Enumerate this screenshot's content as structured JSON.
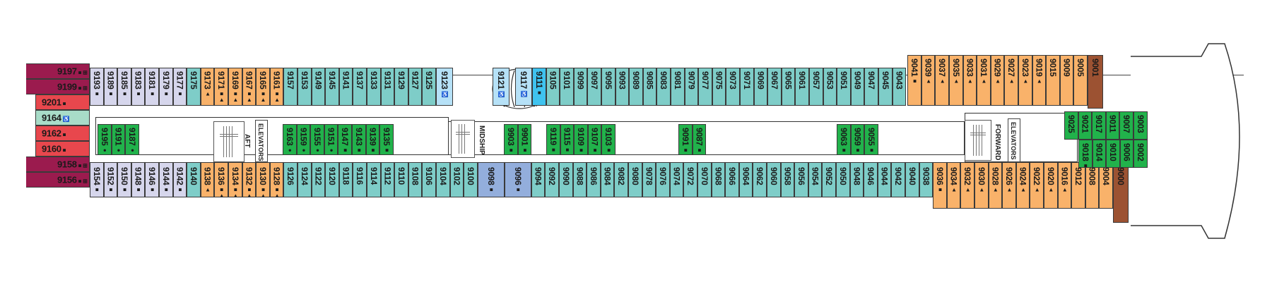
{
  "deck_plan": {
    "colors": {
      "suite_dark": "#9b1b4e",
      "suite_red": "#e8474d",
      "accessible_mint": "#a8dcc8",
      "interior_lavender": "#d6d6ec",
      "oceanview_teal": "#7ecdc8",
      "balcony_orange": "#f9b26a",
      "inside_green": "#21b24b",
      "accessible_blue": "#b6e1f7",
      "highlight_blue": "#3fc3ef",
      "midship_blue": "#93aedc",
      "forward_brown": "#9c5232"
    },
    "labels": {
      "aft": "AFT",
      "midship": "MIDSHIP",
      "forward": "FORWARD",
      "elevators": "ELEVATORS"
    },
    "aft_suites": [
      {
        "number": "9197",
        "symbols": "■ ⊞",
        "type": "suite_dark"
      },
      {
        "number": "9199",
        "symbols": "■ ⊞",
        "type": "suite_dark"
      },
      {
        "number": "9201",
        "symbols": "■",
        "type": "suite_red"
      },
      {
        "number": "9164",
        "symbols": "♿",
        "type": "accessible_mint"
      },
      {
        "number": "9162",
        "symbols": "■",
        "type": "suite_red"
      },
      {
        "number": "9160",
        "symbols": "■",
        "type": "suite_red"
      },
      {
        "number": "9158",
        "symbols": "■ ⊞",
        "type": "suite_dark"
      },
      {
        "number": "9156",
        "symbols": "■ ⊞",
        "type": "suite_dark"
      }
    ],
    "port_row": [
      {
        "number": "9193",
        "symbols": "■",
        "type": "interior_lavender"
      },
      {
        "number": "9189",
        "symbols": "■",
        "type": "interior_lavender"
      },
      {
        "number": "9185",
        "symbols": "■",
        "type": "interior_lavender"
      },
      {
        "number": "9183",
        "symbols": "■",
        "type": "interior_lavender"
      },
      {
        "number": "9181",
        "symbols": "■",
        "type": "interior_lavender"
      },
      {
        "number": "9179",
        "symbols": "■",
        "type": "interior_lavender"
      },
      {
        "number": "9177",
        "symbols": "■",
        "type": "interior_lavender"
      },
      {
        "number": "9175",
        "symbols": "",
        "type": "oceanview_teal"
      },
      {
        "number": "9173",
        "symbols": "▲",
        "type": "balcony_orange"
      },
      {
        "number": "9171",
        "symbols": "■▲",
        "type": "balcony_orange"
      },
      {
        "number": "9169",
        "symbols": "■▲",
        "type": "balcony_orange"
      },
      {
        "number": "9167",
        "symbols": "■▲",
        "type": "balcony_orange"
      },
      {
        "number": "9165",
        "symbols": "■▲",
        "type": "balcony_orange"
      },
      {
        "number": "9161",
        "symbols": "■▲",
        "type": "balcony_orange"
      },
      {
        "number": "9157",
        "symbols": "",
        "type": "oceanview_teal"
      },
      {
        "number": "9153",
        "symbols": "",
        "type": "oceanview_teal"
      },
      {
        "number": "9149",
        "symbols": "",
        "type": "oceanview_teal"
      },
      {
        "number": "9145",
        "symbols": "",
        "type": "oceanview_teal"
      },
      {
        "number": "9141",
        "symbols": "",
        "type": "oceanview_teal"
      },
      {
        "number": "9137",
        "symbols": "",
        "type": "oceanview_teal"
      },
      {
        "number": "9133",
        "symbols": "",
        "type": "oceanview_teal"
      },
      {
        "number": "9131",
        "symbols": "",
        "type": "oceanview_teal"
      },
      {
        "number": "9129",
        "symbols": "",
        "type": "oceanview_teal"
      },
      {
        "number": "9127",
        "symbols": "",
        "type": "oceanview_teal"
      },
      {
        "number": "9125",
        "symbols": "",
        "type": "oceanview_teal"
      },
      {
        "number": "9123",
        "symbols": "♿",
        "type": "accessible_blue"
      },
      {
        "number": "9121",
        "symbols": "♿",
        "type": "accessible_blue"
      },
      {
        "number": "9117",
        "symbols": "♿",
        "type": "accessible_blue"
      },
      {
        "number": "9111",
        "symbols": "■",
        "type": "highlight_blue"
      },
      {
        "number": "9105",
        "symbols": "",
        "type": "oceanview_teal"
      },
      {
        "number": "9101",
        "symbols": "",
        "type": "oceanview_teal"
      },
      {
        "number": "9099",
        "symbols": "",
        "type": "oceanview_teal"
      },
      {
        "number": "9097",
        "symbols": "",
        "type": "oceanview_teal"
      },
      {
        "number": "9095",
        "symbols": "",
        "type": "oceanview_teal"
      },
      {
        "number": "9093",
        "symbols": "",
        "type": "oceanview_teal"
      },
      {
        "number": "9089",
        "symbols": "",
        "type": "oceanview_teal"
      },
      {
        "number": "9085",
        "symbols": "",
        "type": "oceanview_teal"
      },
      {
        "number": "9083",
        "symbols": "",
        "type": "oceanview_teal"
      },
      {
        "number": "9081",
        "symbols": "",
        "type": "oceanview_teal"
      },
      {
        "number": "9079",
        "symbols": "",
        "type": "oceanview_teal"
      },
      {
        "number": "9077",
        "symbols": "",
        "type": "oceanview_teal"
      },
      {
        "number": "9075",
        "symbols": "",
        "type": "oceanview_teal"
      },
      {
        "number": "9073",
        "symbols": "",
        "type": "oceanview_teal"
      },
      {
        "number": "9071",
        "symbols": "",
        "type": "oceanview_teal"
      },
      {
        "number": "9069",
        "symbols": "",
        "type": "oceanview_teal"
      },
      {
        "number": "9067",
        "symbols": "",
        "type": "oceanview_teal"
      },
      {
        "number": "9065",
        "symbols": "",
        "type": "oceanview_teal"
      },
      {
        "number": "9061",
        "symbols": "",
        "type": "oceanview_teal"
      },
      {
        "number": "9057",
        "symbols": "",
        "type": "oceanview_teal"
      },
      {
        "number": "9053",
        "symbols": "",
        "type": "oceanview_teal"
      },
      {
        "number": "9051",
        "symbols": "",
        "type": "oceanview_teal"
      },
      {
        "number": "9049",
        "symbols": "",
        "type": "oceanview_teal"
      },
      {
        "number": "9047",
        "symbols": "",
        "type": "oceanview_teal"
      },
      {
        "number": "9045",
        "symbols": "",
        "type": "oceanview_teal"
      },
      {
        "number": "9043",
        "symbols": "",
        "type": "oceanview_teal"
      },
      {
        "number": "9041",
        "symbols": "■",
        "type": "balcony_orange"
      },
      {
        "number": "9039",
        "symbols": "▲",
        "type": "balcony_orange"
      },
      {
        "number": "9037",
        "symbols": "▲",
        "type": "balcony_orange"
      },
      {
        "number": "9035",
        "symbols": "▲",
        "type": "balcony_orange"
      },
      {
        "number": "9033",
        "symbols": "▲",
        "type": "balcony_orange"
      },
      {
        "number": "9031",
        "symbols": "▲",
        "type": "balcony_orange"
      },
      {
        "number": "9029",
        "symbols": "▲",
        "type": "balcony_orange"
      },
      {
        "number": "9027",
        "symbols": "▲",
        "type": "balcony_orange"
      },
      {
        "number": "9023",
        "symbols": "▲",
        "type": "balcony_orange"
      },
      {
        "number": "9019",
        "symbols": "▲",
        "type": "balcony_orange"
      },
      {
        "number": "9015",
        "symbols": "",
        "type": "balcony_orange"
      },
      {
        "number": "9009",
        "symbols": "",
        "type": "balcony_orange"
      },
      {
        "number": "9005",
        "symbols": "",
        "type": "balcony_orange"
      },
      {
        "number": "9001",
        "symbols": "",
        "type": "forward_brown"
      }
    ],
    "starboard_row": [
      {
        "number": "9154",
        "symbols": "■",
        "type": "interior_lavender"
      },
      {
        "number": "9152",
        "symbols": "■",
        "type": "interior_lavender"
      },
      {
        "number": "9150",
        "symbols": "■",
        "type": "interior_lavender"
      },
      {
        "number": "9148",
        "symbols": "■",
        "type": "interior_lavender"
      },
      {
        "number": "9146",
        "symbols": "■",
        "type": "interior_lavender"
      },
      {
        "number": "9144",
        "symbols": "■",
        "type": "interior_lavender"
      },
      {
        "number": "9142",
        "symbols": "■",
        "type": "interior_lavender"
      },
      {
        "number": "9140",
        "symbols": "",
        "type": "oceanview_teal"
      },
      {
        "number": "9138",
        "symbols": "▲",
        "type": "balcony_orange"
      },
      {
        "number": "9136",
        "symbols": "■▲",
        "type": "balcony_orange"
      },
      {
        "number": "9134",
        "symbols": "■▲",
        "type": "balcony_orange"
      },
      {
        "number": "9132",
        "symbols": "■▲",
        "type": "balcony_orange"
      },
      {
        "number": "9130",
        "symbols": "■▲",
        "type": "balcony_orange"
      },
      {
        "number": "9128",
        "symbols": "■▲",
        "type": "balcony_orange"
      },
      {
        "number": "9126",
        "symbols": "",
        "type": "oceanview_teal"
      },
      {
        "number": "9124",
        "symbols": "",
        "type": "oceanview_teal"
      },
      {
        "number": "9122",
        "symbols": "",
        "type": "oceanview_teal"
      },
      {
        "number": "9120",
        "symbols": "",
        "type": "oceanview_teal"
      },
      {
        "number": "9118",
        "symbols": "",
        "type": "oceanview_teal"
      },
      {
        "number": "9116",
        "symbols": "",
        "type": "oceanview_teal"
      },
      {
        "number": "9114",
        "symbols": "",
        "type": "oceanview_teal"
      },
      {
        "number": "9112",
        "symbols": "",
        "type": "oceanview_teal"
      },
      {
        "number": "9110",
        "symbols": "",
        "type": "oceanview_teal"
      },
      {
        "number": "9108",
        "symbols": "",
        "type": "oceanview_teal"
      },
      {
        "number": "9106",
        "symbols": "",
        "type": "oceanview_teal"
      },
      {
        "number": "9104",
        "symbols": "",
        "type": "oceanview_teal"
      },
      {
        "number": "9102",
        "symbols": "",
        "type": "oceanview_teal"
      },
      {
        "number": "9100",
        "symbols": "",
        "type": "oceanview_teal"
      },
      {
        "number": "9098",
        "symbols": "■",
        "type": "midship_blue"
      },
      {
        "number": "9096",
        "symbols": "■",
        "type": "midship_blue"
      },
      {
        "number": "9094",
        "symbols": "",
        "type": "oceanview_teal"
      },
      {
        "number": "9092",
        "symbols": "",
        "type": "oceanview_teal"
      },
      {
        "number": "9090",
        "symbols": "",
        "type": "oceanview_teal"
      },
      {
        "number": "9088",
        "symbols": "",
        "type": "oceanview_teal"
      },
      {
        "number": "9086",
        "symbols": "",
        "type": "oceanview_teal"
      },
      {
        "number": "9084",
        "symbols": "",
        "type": "oceanview_teal"
      },
      {
        "number": "9082",
        "symbols": "",
        "type": "oceanview_teal"
      },
      {
        "number": "9080",
        "symbols": "",
        "type": "oceanview_teal"
      },
      {
        "number": "9078",
        "symbols": "",
        "type": "oceanview_teal"
      },
      {
        "number": "9076",
        "symbols": "",
        "type": "oceanview_teal"
      },
      {
        "number": "9074",
        "symbols": "",
        "type": "oceanview_teal"
      },
      {
        "number": "9072",
        "symbols": "",
        "type": "oceanview_teal"
      },
      {
        "number": "9070",
        "symbols": "",
        "type": "oceanview_teal"
      },
      {
        "number": "9068",
        "symbols": "",
        "type": "oceanview_teal"
      },
      {
        "number": "9066",
        "symbols": "",
        "type": "oceanview_teal"
      },
      {
        "number": "9064",
        "symbols": "",
        "type": "oceanview_teal"
      },
      {
        "number": "9062",
        "symbols": "",
        "type": "oceanview_teal"
      },
      {
        "number": "9060",
        "symbols": "",
        "type": "oceanview_teal"
      },
      {
        "number": "9058",
        "symbols": "",
        "type": "oceanview_teal"
      },
      {
        "number": "9056",
        "symbols": "",
        "type": "oceanview_teal"
      },
      {
        "number": "9054",
        "symbols": "",
        "type": "oceanview_teal"
      },
      {
        "number": "9052",
        "symbols": "",
        "type": "oceanview_teal"
      },
      {
        "number": "9050",
        "symbols": "",
        "type": "oceanview_teal"
      },
      {
        "number": "9048",
        "symbols": "",
        "type": "oceanview_teal"
      },
      {
        "number": "9046",
        "symbols": "",
        "type": "oceanview_teal"
      },
      {
        "number": "9044",
        "symbols": "",
        "type": "oceanview_teal"
      },
      {
        "number": "9042",
        "symbols": "",
        "type": "oceanview_teal"
      },
      {
        "number": "9040",
        "symbols": "",
        "type": "oceanview_teal"
      },
      {
        "number": "9038",
        "symbols": "",
        "type": "oceanview_teal"
      },
      {
        "number": "9036",
        "symbols": "■",
        "type": "balcony_orange"
      },
      {
        "number": "9034",
        "symbols": "▲",
        "type": "balcony_orange"
      },
      {
        "number": "9032",
        "symbols": "▲",
        "type": "balcony_orange"
      },
      {
        "number": "9030",
        "symbols": "▲",
        "type": "balcony_orange"
      },
      {
        "number": "9028",
        "symbols": "▲",
        "type": "balcony_orange"
      },
      {
        "number": "9026",
        "symbols": "▲",
        "type": "balcony_orange"
      },
      {
        "number": "9024",
        "symbols": "▲",
        "type": "balcony_orange"
      },
      {
        "number": "9022",
        "symbols": "▲",
        "type": "balcony_orange"
      },
      {
        "number": "9020",
        "symbols": "▲",
        "type": "balcony_orange"
      },
      {
        "number": "9016",
        "symbols": "▲",
        "type": "balcony_orange"
      },
      {
        "number": "9012",
        "symbols": "",
        "type": "balcony_orange"
      },
      {
        "number": "9008",
        "symbols": "",
        "type": "balcony_orange"
      },
      {
        "number": "9004",
        "symbols": "",
        "type": "balcony_orange"
      },
      {
        "number": "9000",
        "symbols": "",
        "type": "forward_brown"
      }
    ],
    "inside_groups": [
      {
        "cabins": [
          {
            "number": "9195",
            "symbols": "●"
          },
          {
            "number": "9191",
            "symbols": "●"
          },
          {
            "number": "9187",
            "symbols": "●"
          }
        ]
      },
      {
        "cabins": [
          {
            "number": "9163",
            "symbols": "●"
          },
          {
            "number": "9159",
            "symbols": "●"
          },
          {
            "number": "9155",
            "symbols": "●"
          },
          {
            "number": "9151",
            "symbols": "●"
          },
          {
            "number": "9147",
            "symbols": "■"
          },
          {
            "number": "9143",
            "symbols": "■"
          },
          {
            "number": "9139",
            "symbols": "■"
          },
          {
            "number": "9135",
            "symbols": "■"
          }
        ]
      },
      {
        "cabins": [
          {
            "number": "9903",
            "symbols": "■"
          },
          {
            "number": "9901",
            "symbols": "■"
          }
        ]
      },
      {
        "cabins": [
          {
            "number": "9119",
            "symbols": "■●"
          },
          {
            "number": "9115",
            "symbols": "■●"
          },
          {
            "number": "9109",
            "symbols": "■●"
          },
          {
            "number": "9107",
            "symbols": "■●"
          },
          {
            "number": "9103",
            "symbols": "■"
          }
        ]
      },
      {
        "cabins": [
          {
            "number": "9091",
            "symbols": "■"
          },
          {
            "number": "9087",
            "symbols": "■"
          }
        ]
      },
      {
        "cabins": [
          {
            "number": "9063",
            "symbols": "■"
          },
          {
            "number": "9059",
            "symbols": "■"
          },
          {
            "number": "9055",
            "symbols": "■"
          }
        ]
      }
    ],
    "forward_inside_top": [
      {
        "number": "9025",
        "symbols": ""
      },
      {
        "number": "9021",
        "symbols": ""
      },
      {
        "number": "9017",
        "symbols": ""
      },
      {
        "number": "9011",
        "symbols": ""
      },
      {
        "number": "9007",
        "symbols": ""
      },
      {
        "number": "9003",
        "symbols": ""
      }
    ],
    "forward_inside_bottom": [
      {
        "number": "9018",
        "symbols": "■"
      },
      {
        "number": "9014",
        "symbols": ""
      },
      {
        "number": "9010",
        "symbols": ""
      },
      {
        "number": "9006",
        "symbols": ""
      },
      {
        "number": "9002",
        "symbols": ""
      }
    ]
  }
}
